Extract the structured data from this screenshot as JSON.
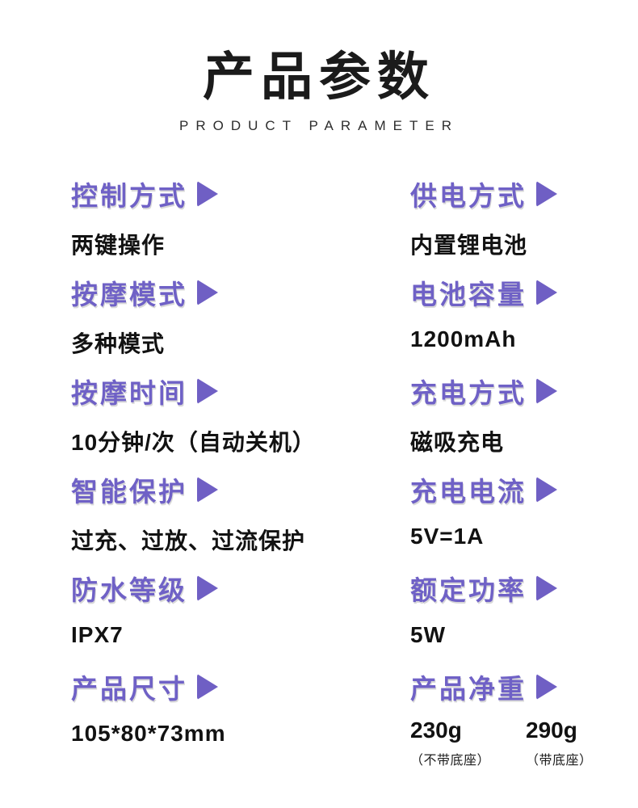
{
  "header": {
    "title": "产品参数",
    "subtitle": "PRODUCT PARAMETER"
  },
  "colors": {
    "accent_purple": "#6f61c6",
    "text_black": "#121212",
    "background": "#ffffff"
  },
  "icons": {
    "arrow": "right-triangle"
  },
  "columns": {
    "left": [
      {
        "label": "控制方式",
        "value": "两键操作"
      },
      {
        "label": "按摩模式",
        "value": "多种模式"
      },
      {
        "label": "按摩时间",
        "value": "10分钟/次（自动关机）"
      },
      {
        "label": "智能保护",
        "value": "过充、过放、过流保护"
      },
      {
        "label": "防水等级",
        "value": "IPX7"
      },
      {
        "label": "产品尺寸",
        "value": "105*80*73mm"
      }
    ],
    "right": [
      {
        "label": "供电方式",
        "value": "内置锂电池"
      },
      {
        "label": "电池容量",
        "value": "1200mAh"
      },
      {
        "label": "充电方式",
        "value": "磁吸充电"
      },
      {
        "label": "充电电流",
        "value": "5V=1A"
      },
      {
        "label": "额定功率",
        "value": "5W"
      },
      {
        "label": "产品净重",
        "weights": [
          {
            "value": "230g",
            "note": "（不带底座）"
          },
          {
            "value": "290g",
            "note": "（带底座）"
          }
        ]
      }
    ]
  }
}
